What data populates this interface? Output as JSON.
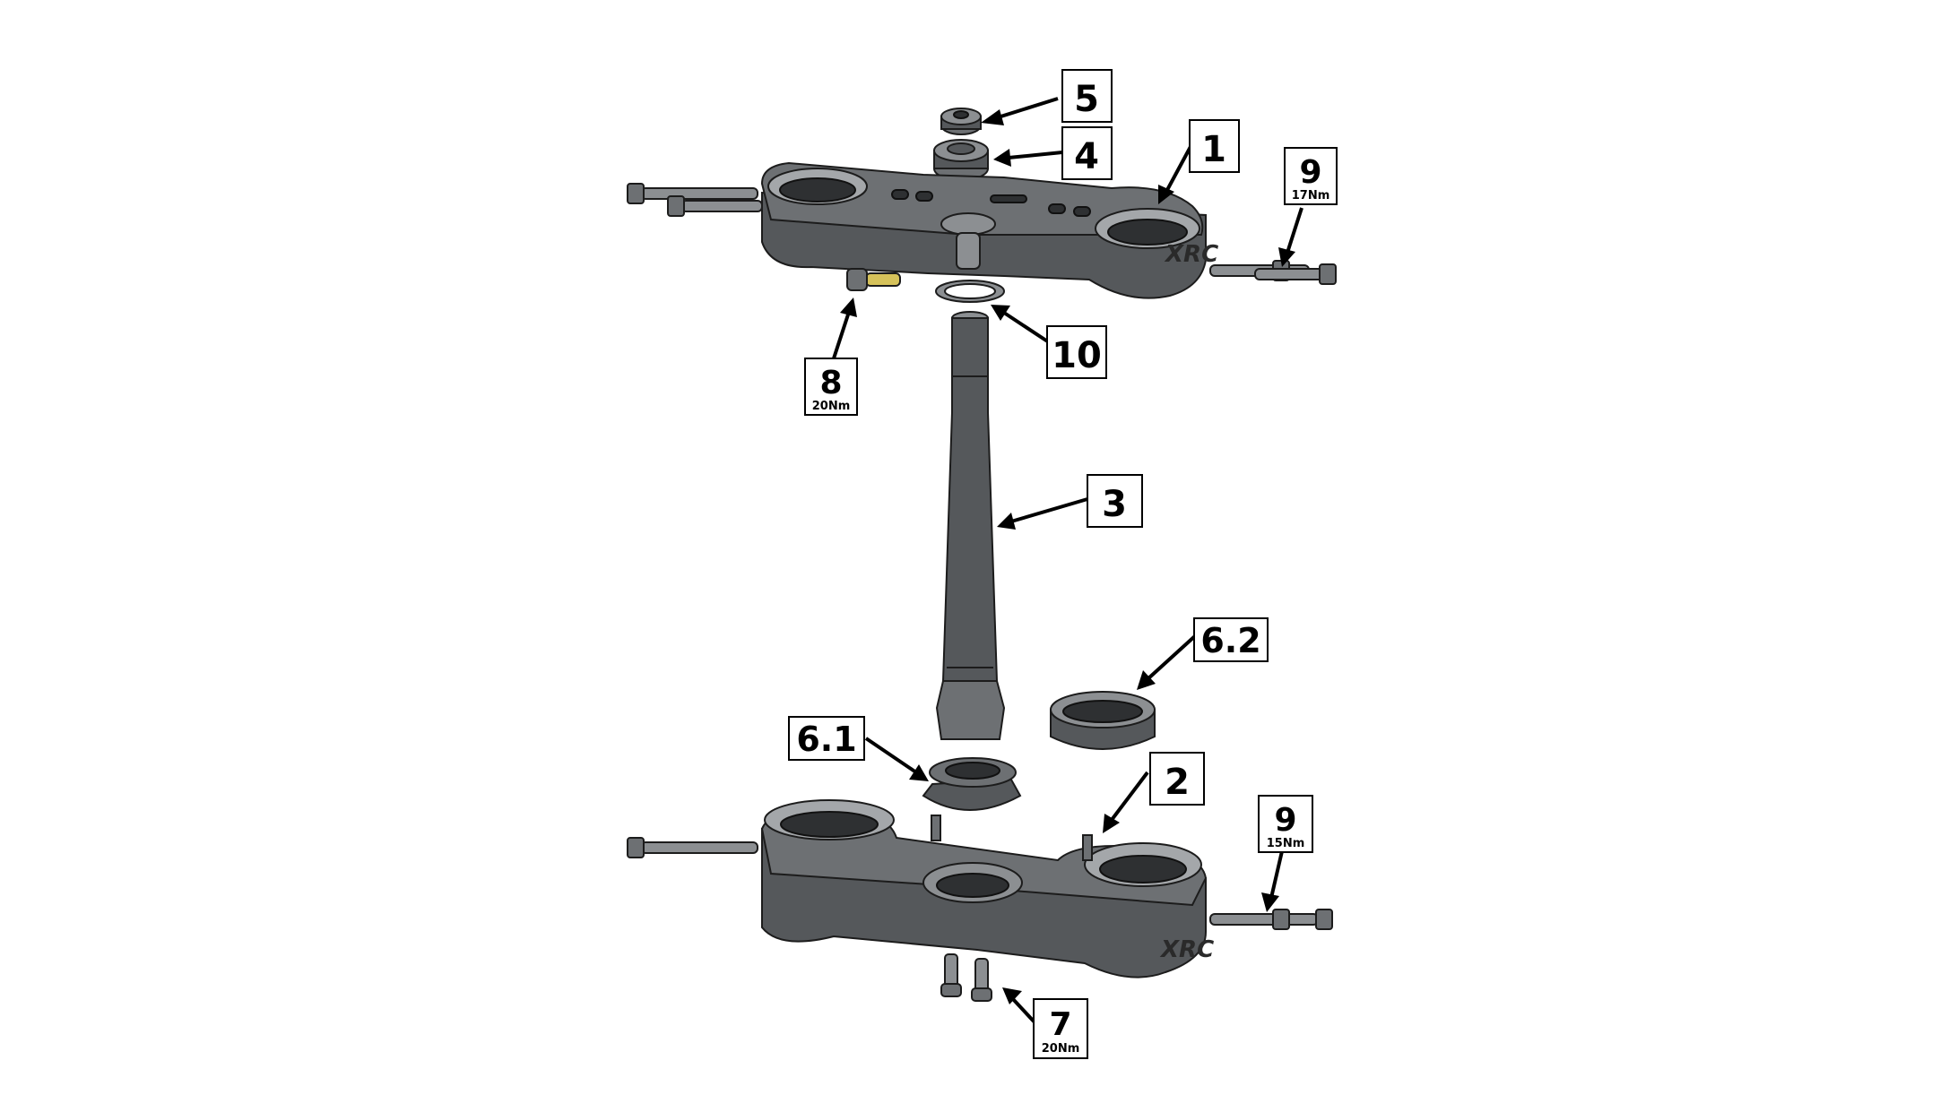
{
  "callouts": [
    {
      "id": "1",
      "number": "1",
      "torque": null
    },
    {
      "id": "2",
      "number": "2",
      "torque": null
    },
    {
      "id": "3",
      "number": "3",
      "torque": null
    },
    {
      "id": "4",
      "number": "4",
      "torque": null
    },
    {
      "id": "5",
      "number": "5",
      "torque": null
    },
    {
      "id": "6.1",
      "number": "6.1",
      "torque": null
    },
    {
      "id": "6.2",
      "number": "6.2",
      "torque": null
    },
    {
      "id": "7",
      "number": "7",
      "torque": "20Nm"
    },
    {
      "id": "8",
      "number": "8",
      "torque": "20Nm"
    },
    {
      "id": "9-top",
      "number": "9",
      "torque": "17Nm"
    },
    {
      "id": "9-bottom",
      "number": "9",
      "torque": "15Nm"
    },
    {
      "id": "10",
      "number": "10",
      "torque": null
    }
  ],
  "logo": {
    "upper_clamp": "XRC",
    "lower_clamp": "XRC"
  },
  "colors": {
    "part_dark": "#55585b",
    "part_light": "#8c8f92",
    "ink": "#000000",
    "background": "#ffffff"
  }
}
